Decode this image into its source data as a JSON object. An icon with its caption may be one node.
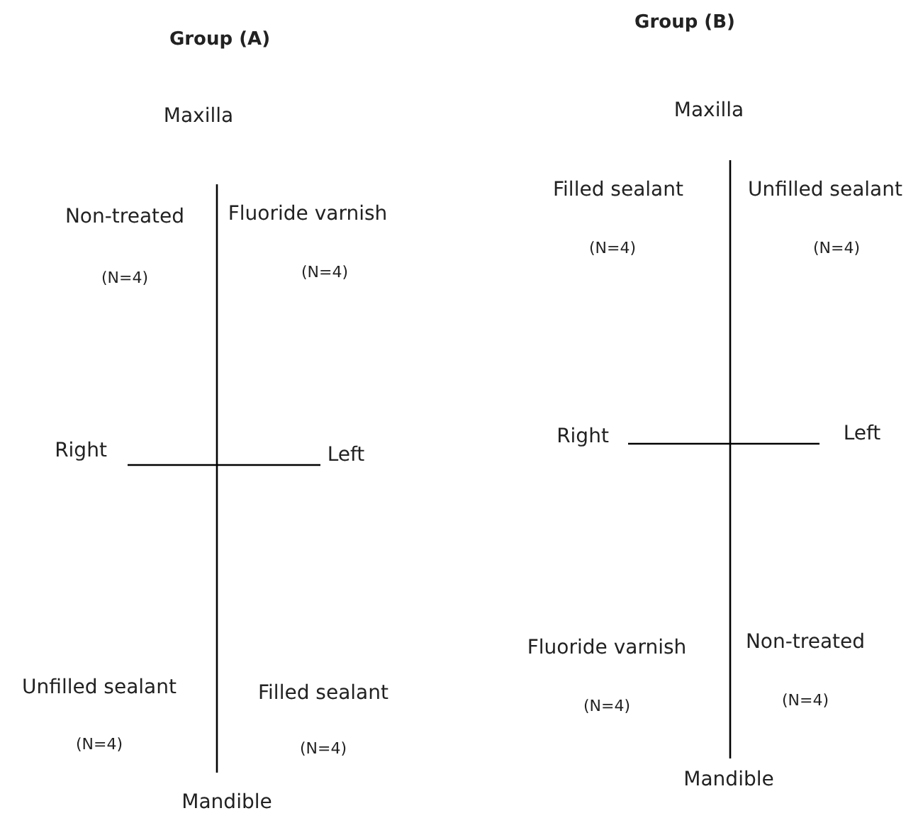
{
  "diagram": {
    "labels": [
      "Group (A)",
      "Maxilla",
      "Non-treated",
      "(N=4)",
      "Fluoride varnish",
      "(N=4)",
      "Right",
      "Left",
      "Unfilled sealant",
      "(N=4)",
      "Filled sealant",
      "(N=4)",
      "Mandible",
      "Group (B)",
      "Maxilla",
      "Filled sealant",
      "(N=4)",
      "Unfilled sealant",
      "(N=4)",
      "Right",
      "Left",
      "Fluoride varnish",
      "(N=4)",
      "Non-treated",
      "(N=4)",
      "Mandible"
    ]
  }
}
